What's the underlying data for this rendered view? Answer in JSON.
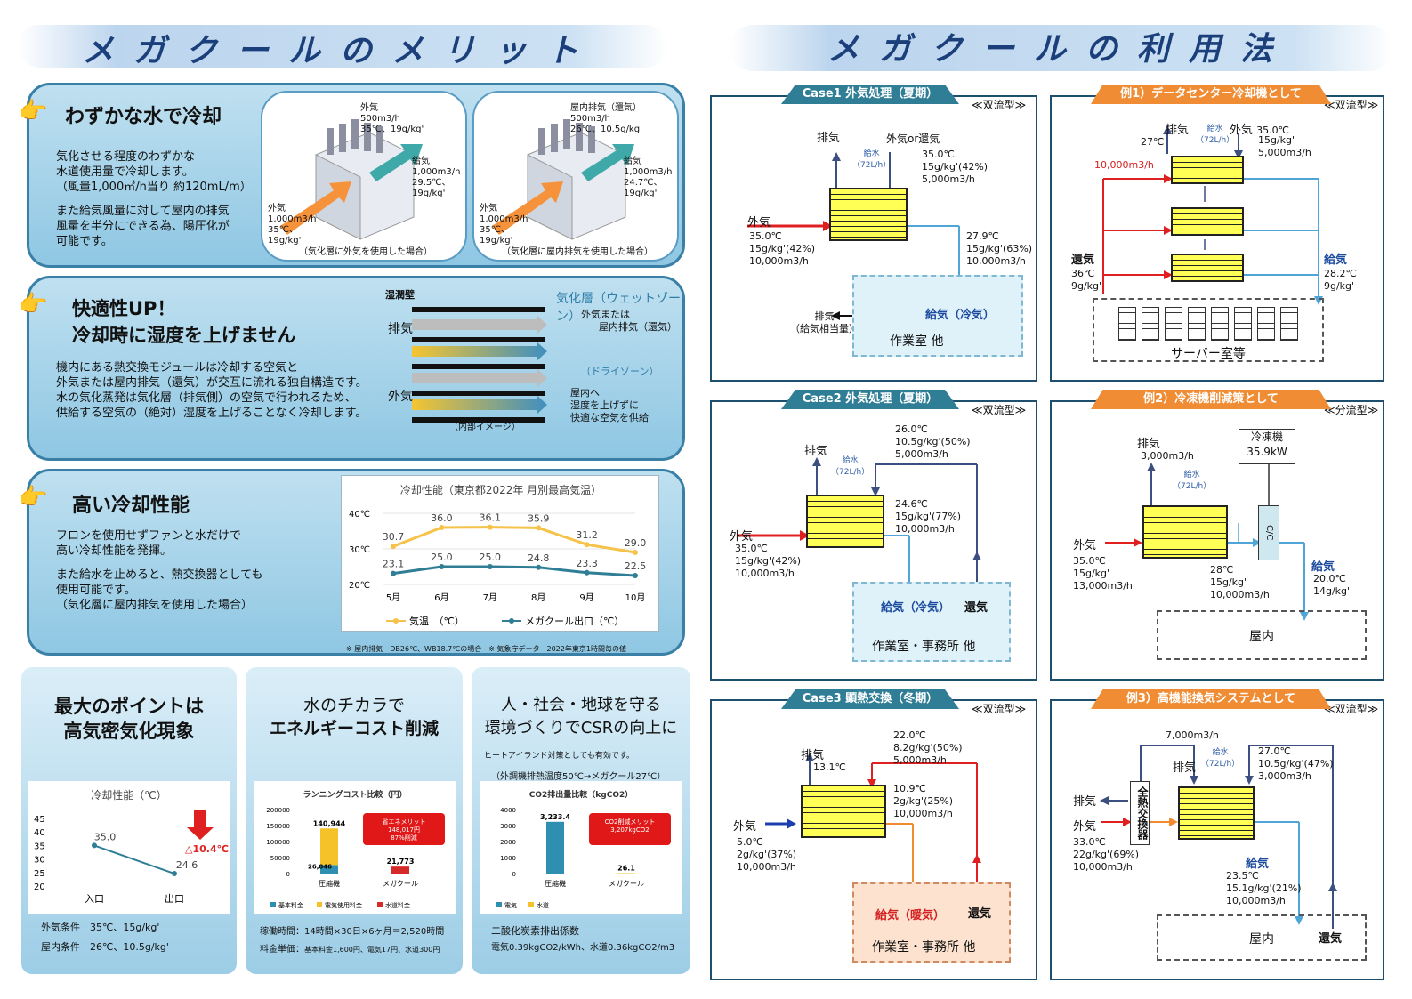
{
  "left_title": "メガクールのメリット",
  "right_title": "メガクールの利用法",
  "merit1": {
    "heading": "わずかな水で冷却",
    "text": [
      "気化させる程度のわずかな",
      "水道使用量で冷却します。",
      "（風量1,000㎥/h当り 約120mL/m）",
      "",
      "また給気風量に対して屋内の排気",
      "風量を半分にできる為、陽圧化が",
      "可能です。"
    ],
    "fig1": {
      "top": "外気",
      "top2": "500m3/h",
      "top3": "35℃、19g/kg'",
      "right": "給気",
      "right2": "1,000m3/h",
      "right3": "29.5℃、19g/kg'",
      "left": "外気",
      "left2": "1,000m3/h",
      "left3": "35℃、19g/kg'",
      "caption": "（気化層に外気を使用した場合）"
    },
    "fig2": {
      "top": "屋内排気（還気）",
      "top2": "500m3/h",
      "top3": "26℃、10.5g/kg'",
      "right": "給気",
      "right2": "1,000m3/h",
      "right3": "24.7℃、19g/kg'",
      "left": "外気",
      "left2": "1,000m3/h",
      "left3": "35℃、19g/kg'",
      "caption": "（気化層に屋内排気を使用した場合）"
    }
  },
  "merit2": {
    "heading1": "快適性UP！",
    "heading2": "冷却時に湿度を上げません",
    "text": [
      "機内にある熱交換モジュールは冷却する空気と",
      "外気または屋内排気（還気）が交互に流れる独自構造です。",
      "水の気化蒸発は気化層（排気側）の空気で行われるため、",
      "供給する空気の（絶対）湿度を上げることなく冷却します。"
    ],
    "label_wall": "湿潤壁",
    "label_exhaust": "排気",
    "label_outside": "外気",
    "wet": "気化層（ウェットゾーン）",
    "wet_sub1": "外気または",
    "wet_sub2": "屋内排気（還気）",
    "dry": "（ドライゾーン）",
    "dry_sub1": "屋内へ",
    "dry_sub2": "湿度を上げずに",
    "dry_sub3": "快適な空気を供給",
    "caption": "（内部イメージ）"
  },
  "merit3": {
    "heading": "高い冷却性能",
    "text": [
      "フロンを使用せずファンと水だけで",
      "高い冷却性能を発揮。",
      "",
      "また給水を止めると、熱交換器としても",
      "使用可能です。",
      "（気化層に屋内排気を使用した場合）"
    ],
    "note": "※ 屋内排気　DB26℃、WB18.7℃の場合　※ 気象庁データ　2022年東京1時間毎の値"
  },
  "chart_data": [
    {
      "type": "line",
      "title": "冷却性能（東京都2022年 月別最高気温）",
      "categories": [
        "5月",
        "6月",
        "7月",
        "8月",
        "9月",
        "10月"
      ],
      "series": [
        {
          "name": "気温　（℃）",
          "values": [
            30.7,
            36.0,
            36.1,
            35.9,
            31.2,
            29.0
          ],
          "color": "#f5c24a"
        },
        {
          "name": "メガクール出口（℃）",
          "values": [
            23.1,
            25.0,
            25.0,
            24.8,
            23.3,
            22.5
          ],
          "color": "#2f7e96"
        }
      ],
      "yticks": [
        "40℃",
        "30℃",
        "20℃"
      ],
      "ylim": [
        20,
        40
      ]
    },
    {
      "type": "line",
      "title": "冷却性能（℃）",
      "categories": [
        "入口",
        "出口"
      ],
      "series": [
        {
          "values": [
            35.0,
            24.6
          ],
          "color": "#2f7e96"
        }
      ],
      "yticks": [
        "45",
        "40",
        "35",
        "30",
        "25",
        "20"
      ],
      "ylim": [
        20,
        45
      ],
      "annotation": "△10.4℃"
    },
    {
      "type": "bar",
      "title": "ランニングコスト比較（円）",
      "categories": [
        "圧縮機",
        "メガクール"
      ],
      "series": [
        {
          "name": "基本料金",
          "values": [
            26846,
            0
          ],
          "color": "#2f8fb0"
        },
        {
          "name": "電気使用料金",
          "values": [
            114098,
            0
          ],
          "color": "#f5c22a"
        },
        {
          "name": "水道料金",
          "values": [
            0,
            21773
          ],
          "color": "#d62a2a"
        }
      ],
      "totals": [
        "140,944",
        "21,773"
      ],
      "base_label": "26,846",
      "yticks": [
        "200000",
        "150000",
        "100000",
        "50000",
        "0"
      ],
      "ylim": [
        0,
        200000
      ],
      "callout": [
        "省エネメリット",
        "148,017円",
        "87%削減"
      ]
    },
    {
      "type": "bar",
      "title": "CO2排出量比較（kgCO2）",
      "categories": [
        "圧縮機",
        "メガクール"
      ],
      "series": [
        {
          "name": "電気",
          "values": [
            3233.4,
            0
          ],
          "color": "#2f8fb0"
        },
        {
          "name": "水道",
          "values": [
            0,
            26.1
          ],
          "color": "#f5c22a"
        }
      ],
      "totals": [
        "3,233.4",
        "26.1"
      ],
      "yticks": [
        "4000",
        "3000",
        "2000",
        "1000",
        "0"
      ],
      "ylim": [
        0,
        4000
      ],
      "callout": [
        "CO2削減メリット",
        "3,207kgCO2"
      ]
    }
  ],
  "card1": {
    "h1": "最大のポイントは",
    "h2": "高気密気化現象",
    "cond1": "外気条件　35℃、15g/kg'",
    "cond2": "屋内条件　26℃、10.5g/kg'"
  },
  "card2": {
    "h1": "水のチカラで",
    "h2": "エネルギーコスト削減",
    "f1": "稼働時間：14時間×30日×6ヶ月＝2,520時間",
    "f2": "料金単価：",
    "f2b": "基本料金1,600円、電気17円、水道300円"
  },
  "card3": {
    "h1": "人・社会・地球を守る",
    "h2": "環境づくりでCSRの向上に",
    "s1": "ヒートアイランド対策としても有効です。",
    "s2": "（外調機排熱温度50℃→メガクール27℃）",
    "f1": "二酸化炭素排出係数",
    "f2": "電気0.39kgCO2/kWh、水道0.36kgCO2/m3"
  },
  "case1": {
    "tab": "Case1 外気処理（夏期）",
    "type": "≪双流型≫",
    "exhaust": "排気",
    "water": "給水",
    "water2": "（72L/h）",
    "in_top": "外気or還気",
    "in_top2": "35.0℃",
    "in_top3": "15g/kg'(42%)",
    "in_top4": "5,000m3/h",
    "outside": "外気",
    "o2": "35.0℃",
    "o3": "15g/kg'(42%)",
    "o4": "10,000m3/h",
    "sup": "27.9℃",
    "sup2": "15g/kg'(63%)",
    "sup3": "10,000m3/h",
    "sup_label": "給気（冷気）",
    "ex2": "排気",
    "ex3": "（給気相当量）",
    "room": "作業室 他"
  },
  "case2": {
    "tab": "Case2 外気処理（夏期）",
    "type": "≪双流型≫",
    "exhaust": "排気",
    "water": "給水",
    "water2": "（72L/h）",
    "top": "26.0℃",
    "top2": "10.5g/kg'(50%)",
    "top3": "5,000m3/h",
    "outside": "外気",
    "o2": "35.0℃",
    "o3": "15g/kg'(42%)",
    "o4": "10,000m3/h",
    "sup": "24.6℃",
    "sup2": "15g/kg'(77%)",
    "sup3": "10,000m3/h",
    "sup_label": "給気（冷気）",
    "ret": "還気",
    "room": "作業室・事務所 他"
  },
  "case3": {
    "tab": "Case3 顕熱交換（冬期）",
    "type": "≪双流型≫",
    "exhaust": "排気",
    "ex_t": "13.1℃",
    "top": "22.0℃",
    "top2": "8.2g/kg'(50%)",
    "top3": "5,000m3/h",
    "outside": "外気",
    "o2": "5.0℃",
    "o3": "2g/kg'(37%)",
    "o4": "10,000m3/h",
    "sup": "10.9℃",
    "sup2": "2g/kg'(25%)",
    "sup3": "10,000m3/h",
    "sup_label": "給気（暖気）",
    "ret": "還気",
    "room": "作業室・事務所 他"
  },
  "ex1": {
    "tab": "例1）データセンター冷却機として",
    "type": "≪双流型≫",
    "exhaust": "排気",
    "ex_t": "27℃",
    "water": "給水",
    "water2": "（72L/h）",
    "outside": "外気",
    "o2": "35.0℃",
    "o3": "15g/kg'",
    "o4": "5,000m3/h",
    "flow": "10,000m3/h",
    "ret": "還気",
    "r2": "36℃",
    "r3": "9g/kg'",
    "sup": "給気",
    "s2": "28.2℃",
    "s3": "9g/kg'",
    "room": "サーバー室等"
  },
  "ex2": {
    "tab": "例2）冷凍機削減策として",
    "type": "≪分流型≫",
    "exhaust": "排気",
    "ex2": "3,000m3/h",
    "water": "給水",
    "water2": "（72L/h）",
    "chiller": "冷凍機",
    "chiller2": "35.9kW",
    "cc": "C/C",
    "outside": "外気",
    "o2": "35.0℃",
    "o3": "15g/kg'",
    "o4": "13,000m3/h",
    "mid": "28℃",
    "mid2": "15g/kg'",
    "mid3": "10,000m3/h",
    "sup": "給気",
    "s2": "20.0℃",
    "s3": "14g/kg'",
    "room": "屋内"
  },
  "ex3": {
    "tab": "例3）高機能換気システムとして",
    "type": "≪双流型≫",
    "flow": "7,000m3/h",
    "water": "給水",
    "water2": "（72L/h）",
    "exhaust2": "排気",
    "t": "27.0℃",
    "t2": "10.5g/kg'(47%)",
    "t3": "3,000m3/h",
    "exhaust": "排気",
    "hx": "全熱交換器",
    "outside": "外気",
    "o2": "33.0℃",
    "o3": "22g/kg'(69%)",
    "o4": "10,000m3/h",
    "sup": "給気",
    "s2": "23.5℃",
    "s3": "15.1g/kg'(21%)",
    "s4": "10,000m3/h",
    "ret": "還気",
    "room": "屋内"
  }
}
